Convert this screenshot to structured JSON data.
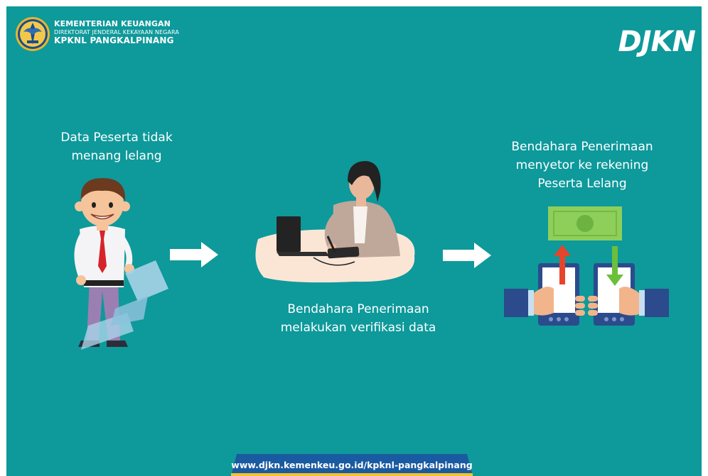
{
  "header": {
    "ministry": "KEMENTERIAN KEUANGAN",
    "directorate": "DIREKTORAT JENDERAL KEKAYAAN NEGARA",
    "office": "KPKNL PANGKALPINANG",
    "brand": "DJKN"
  },
  "steps": [
    {
      "lines": [
        "Data Peserta tidak",
        "menang lelang"
      ],
      "illustration": "man-holding-document-icon"
    },
    {
      "lines": [
        "Bendahara Penerimaan",
        "melakukan verifikasi data"
      ],
      "illustration": "woman-at-laptop-icon"
    },
    {
      "lines": [
        "Bendahara Penerimaan",
        "menyetor ke rekening",
        "Peserta Lelang"
      ],
      "illustration": "phone-money-transfer-icon"
    }
  ],
  "footer": {
    "url": "www.djkn.kemenkeu.go.id/kpknl-pangkalpinang"
  },
  "colors": {
    "background": "#0e999b",
    "text": "#ffffff",
    "footer_tab": "#1a5aa0",
    "money": "#8ecf5a"
  }
}
